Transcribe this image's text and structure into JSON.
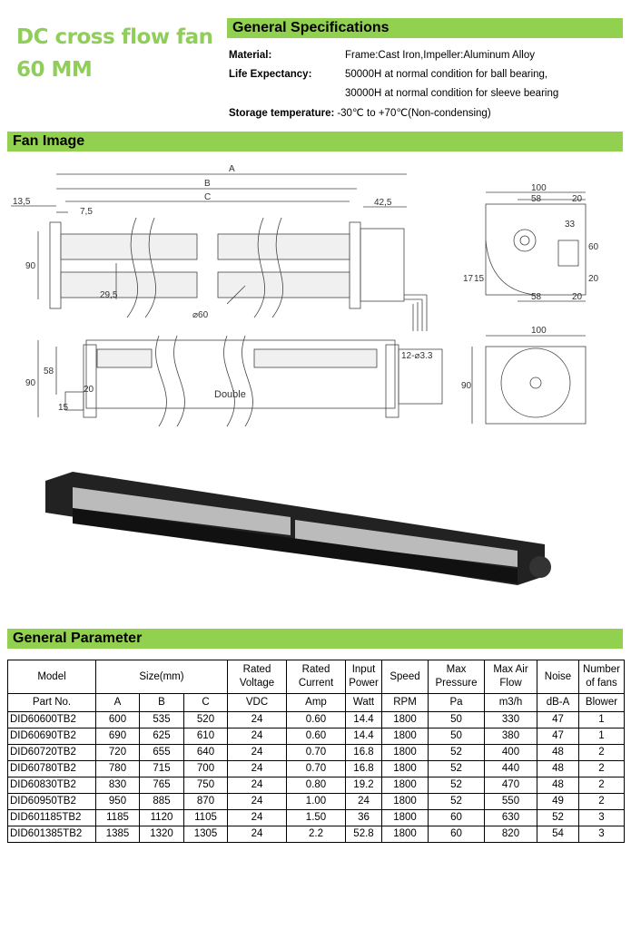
{
  "title": {
    "line1": "DC cross flow fan",
    "line2": "60 MM"
  },
  "specs": {
    "heading": "General Specifications",
    "material_label": "Material:",
    "material_value": "Frame:Cast Iron,Impeller:Aluminum Alloy",
    "life_label": "Life Expectancy:",
    "life_value1": "50000H at normal condition for ball bearing,",
    "life_value2": "30000H at normal condition for sleeve bearing",
    "storage_label": "Storage temperature:",
    "storage_value": "-30℃ to +70℃(Non-condensing)"
  },
  "fan_image": {
    "heading": "Fan Image",
    "labels": {
      "A": "A",
      "B": "B",
      "C": "C",
      "d135": "13,5",
      "d75": "7,5",
      "d425": "42,5",
      "d90": "90",
      "d295": "29,5",
      "dia60": "⌀60",
      "d100": "100",
      "d58": "58",
      "d20": "20",
      "d33": "33",
      "d60": "60",
      "d17": "17",
      "d15": "15",
      "d20b": "20",
      "d58b": "58",
      "d20c": "20",
      "d100b": "100",
      "d90b": "90",
      "d90c": "90",
      "d58c": "58",
      "d15b": "15",
      "d20d": "20",
      "double": "Double",
      "holes": "12-⌀3.3"
    }
  },
  "parameters": {
    "heading": "General Parameter",
    "header1": [
      "Model",
      "Size(mm)",
      "Rated Voltage",
      "Rated Current",
      "Input Power",
      "Speed",
      "Max Pressure",
      "Max Air Flow",
      "Noise",
      "Number of fans"
    ],
    "header2": [
      "Part No.",
      "A",
      "B",
      "C",
      "VDC",
      "Amp",
      "Watt",
      "RPM",
      "Pa",
      "m3/h",
      "dB-A",
      "Blower"
    ],
    "rows": [
      [
        "DID60600TB2",
        "600",
        "535",
        "520",
        "24",
        "0.60",
        "14.4",
        "1800",
        "50",
        "330",
        "47",
        "1"
      ],
      [
        "DID60690TB2",
        "690",
        "625",
        "610",
        "24",
        "0.60",
        "14.4",
        "1800",
        "50",
        "380",
        "47",
        "1"
      ],
      [
        "DID60720TB2",
        "720",
        "655",
        "640",
        "24",
        "0.70",
        "16.8",
        "1800",
        "52",
        "400",
        "48",
        "2"
      ],
      [
        "DID60780TB2",
        "780",
        "715",
        "700",
        "24",
        "0.70",
        "16.8",
        "1800",
        "52",
        "440",
        "48",
        "2"
      ],
      [
        "DID60830TB2",
        "830",
        "765",
        "750",
        "24",
        "0.80",
        "19.2",
        "1800",
        "52",
        "470",
        "48",
        "2"
      ],
      [
        "DID60950TB2",
        "950",
        "885",
        "870",
        "24",
        "1.00",
        "24",
        "1800",
        "52",
        "550",
        "49",
        "2"
      ],
      [
        "DID601185TB2",
        "1185",
        "1120",
        "1105",
        "24",
        "1.50",
        "36",
        "1800",
        "60",
        "630",
        "52",
        "3"
      ],
      [
        "DID601385TB2",
        "1385",
        "1320",
        "1305",
        "24",
        "2.2",
        "52.8",
        "1800",
        "60",
        "820",
        "54",
        "3"
      ]
    ]
  },
  "colors": {
    "accent": "#92d050",
    "title": "#8fce58"
  }
}
